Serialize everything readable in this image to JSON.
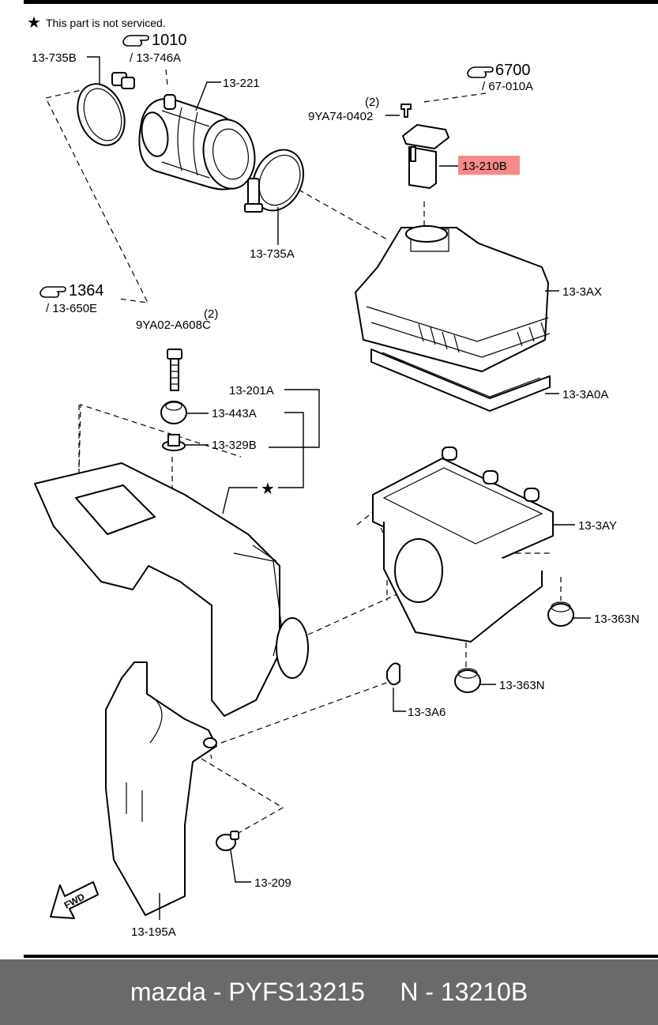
{
  "diagram": {
    "note": {
      "symbol": "★",
      "text": "This part is not serviced."
    },
    "section_refs": [
      {
        "number": "1010",
        "sub": "/ 13-746A",
        "icon": "pointing-hand-icon"
      },
      {
        "number": "6700",
        "sub": "/ 67-010A",
        "icon": "pointing-hand-icon"
      },
      {
        "number": "1364",
        "sub": "/ 13-650E",
        "icon": "pointing-hand-icon"
      }
    ],
    "labels": {
      "clamp_upper": "13-735B",
      "hose": "13-221",
      "screw_qty": "(2)",
      "screw": "9YA74-0402",
      "sensor": "13-210B",
      "clamp_lower": "13-735A",
      "cover": "13-3AX",
      "bolt_qty": "(2)",
      "bolt": "9YA02-A608C",
      "filter": "13-3A0A",
      "duct_assy": "13-201A",
      "insulator": "13-443A",
      "collar": "13-329B",
      "star": "★",
      "case": "13-3AY",
      "mount_upper": "13-363N",
      "mount_lower": "13-363N",
      "clip": "13-3A6",
      "fastener": "13-209",
      "lower_duct": "13-195A",
      "fwd": "FWD"
    },
    "highlight_color": "#f58a8a"
  },
  "footer": {
    "brand": "mazda",
    "part_number": "PYFS13215",
    "ref_number": "N - 13210B"
  }
}
